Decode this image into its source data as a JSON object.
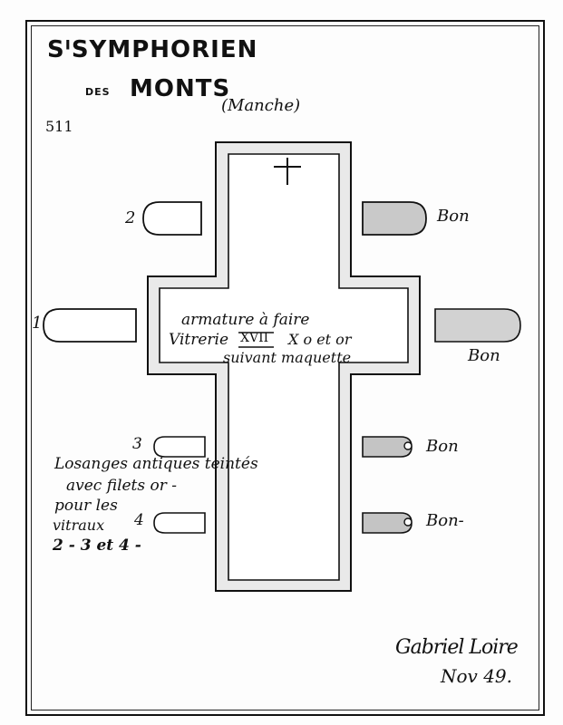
{
  "title": {
    "line1": "SᴵSYMPHORIEN",
    "des": "DES",
    "line2": "MONTS",
    "region": "(Manche)"
  },
  "reference": "511",
  "window_numbers": [
    "1",
    "2",
    "3",
    "4"
  ],
  "center_note": {
    "line1": "armature à faire",
    "line2_a": "Vitrerie",
    "line2_b": "XVII",
    "line2_c": "X o et or",
    "line3": "suivant maquette"
  },
  "left_note": {
    "line1": "Losanges antiques teintés",
    "line2": "avec filets or -",
    "line3": "pour les",
    "line4": "vitraux",
    "line5": "2 - 3 et 4 -"
  },
  "right_labels": [
    "Bon",
    "Bon",
    "Bon",
    "Bon-"
  ],
  "signature": {
    "name": "Gabriel Loire",
    "date": "Nov 49."
  }
}
